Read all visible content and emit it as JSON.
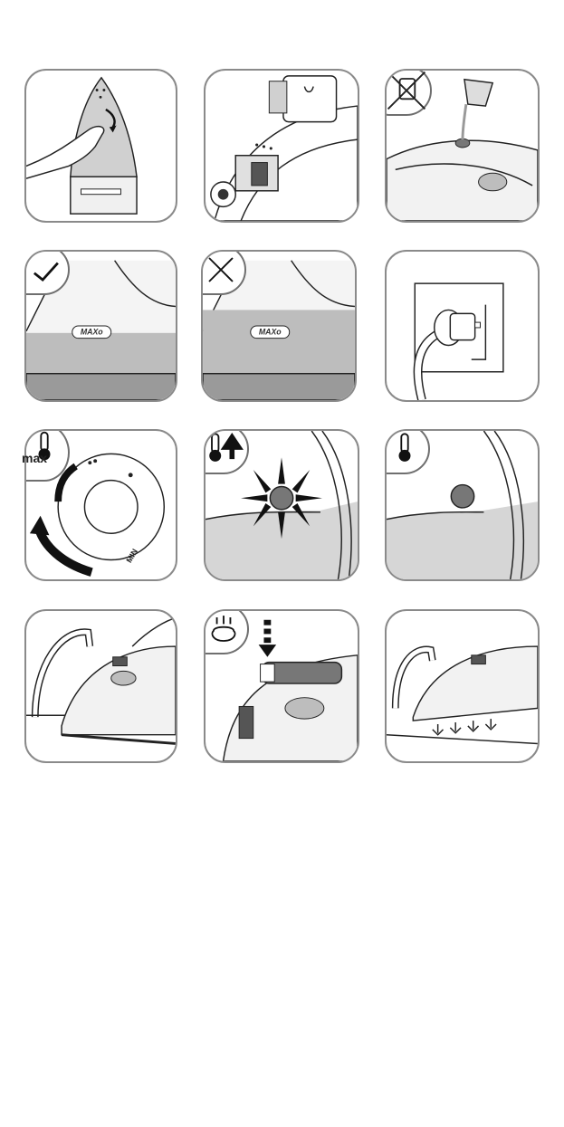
{
  "page": {
    "title": ""
  },
  "steps": [
    {
      "id": "clean-soleplate",
      "label": ""
    },
    {
      "id": "steam-selector",
      "label": ""
    },
    {
      "id": "fill-water",
      "label": ""
    },
    {
      "id": "water-level-ok",
      "label": "MAXo"
    },
    {
      "id": "water-level-overfilled",
      "label": "MAXo"
    },
    {
      "id": "plug-in",
      "label": ""
    },
    {
      "id": "set-max-temp",
      "label": "max",
      "dial_label": "MIN"
    },
    {
      "id": "light-on-heating",
      "label": ""
    },
    {
      "id": "light-off-ready",
      "label": ""
    },
    {
      "id": "iron-over-sink",
      "label": ""
    },
    {
      "id": "press-steam-button",
      "label": ""
    },
    {
      "id": "vertical-steam",
      "label": ""
    }
  ],
  "icons": [
    "check-icon",
    "cross-icon",
    "no-plug-icon",
    "thermometer-icon",
    "steam-icon"
  ],
  "colors": {
    "line": "#222222",
    "border": "#8a8a8a",
    "grey_fill": "#bfbfbf",
    "dark_fill": "#555555"
  }
}
